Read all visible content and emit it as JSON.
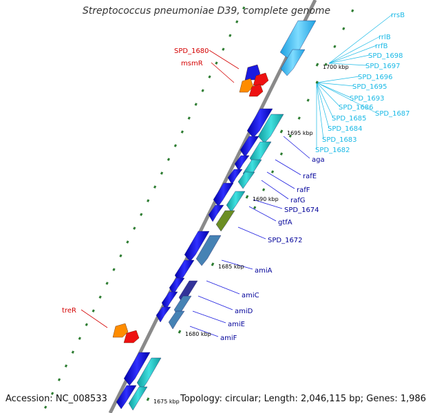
{
  "title": "Streptococcus pneumoniae D39, complete genome",
  "footer": {
    "accession": "Accession: NC_008533",
    "topology": "Topology: circular; Length: 2,046,115 bp; Genes: 1,986"
  },
  "colors": {
    "backbone": "#8a8a8a",
    "gene_blue": "#1a1adf",
    "gene_cyan": "#22c4c4",
    "gene_steel": "#4682b4",
    "gene_olive": "#6b8e23",
    "gene_orange": "#ff8c00",
    "gene_red": "#ee1111",
    "gene_indigo": "#333399",
    "gene_light": "#41c8f5",
    "label_red": "#d40000",
    "label_navy": "#000099",
    "label_cyan": "#19b9e6",
    "tick": "#2e7d32"
  },
  "ticks": [
    "1700 kbp",
    "1695 kbp",
    "1690 kbp",
    "1685 kbp",
    "1680 kbp",
    "1675 kbp"
  ],
  "gene_labels": {
    "red": [
      "SPD_1680",
      "msmR",
      "treR"
    ],
    "navy": [
      "aga",
      "rafE",
      "rafF",
      "rafG",
      "SPD_1674",
      "gtfA",
      "SPD_1672",
      "amiA",
      "amiC",
      "amiD",
      "amiE",
      "amiF"
    ],
    "cyan": [
      "rrsB",
      "rrlB",
      "rrfB",
      "SPD_1698",
      "SPD_1697",
      "SPD_1696",
      "SPD_1695",
      "SPD_1693",
      "SPD_1686",
      "SPD_1687",
      "SPD_1685",
      "SPD_1684",
      "SPD_1683",
      "SPD_1682"
    ]
  }
}
